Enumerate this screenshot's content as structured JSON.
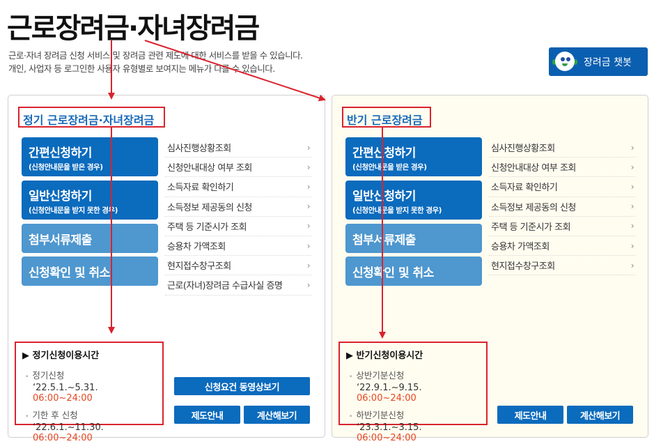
{
  "header": {
    "title": "근로장려금·자녀장려금",
    "desc_line1": "근로·자녀 장려금 신청 서비스 및 장려금 관련 제도에 대한 서비스를 받을 수 있습니다.",
    "desc_line2": "개인, 사업자 등 로그인한 사용자 유형별로 보여지는 메뉴가 다를 수 있습니다.",
    "chatbot_label": "장려금 챗봇"
  },
  "left_panel": {
    "title": "정기 근로장려금·자녀장려금",
    "buttons": [
      {
        "main": "간편신청하기",
        "sub": "(신청안내문을 받은 경우)"
      },
      {
        "main": "일반신청하기",
        "sub": "(신청안내문을 받지 못한 경우)"
      },
      {
        "main": "첨부서류제출"
      },
      {
        "main": "신청확인 및 취소"
      }
    ],
    "menu": [
      "심사진행상황조회",
      "신청안내대상 여부 조회",
      "소득자료 확인하기",
      "소득정보 제공동의 신청",
      "주택 등 기준시가 조회",
      "승용차 가액조회",
      "현지접수창구조회",
      "근로(자녀)장려금 수급사실 증명"
    ],
    "time": {
      "title": "▶ 정기신청이용시간",
      "entries": [
        {
          "label": "정기신청",
          "period": "‘22.5.1.~5.31.",
          "hours": "06:00~24:00"
        },
        {
          "label": "기한 후 신청",
          "period": "‘22.6.1.~11.30.",
          "hours": "06:00~24:00"
        }
      ]
    },
    "btn_video": "신청요건 동영상보기",
    "btn_guide": "제도안내",
    "btn_calc": "계산해보기"
  },
  "right_panel": {
    "title": "반기 근로장려금",
    "buttons": [
      {
        "main": "간편신청하기",
        "sub": "(신청안내문을 받은 경우)"
      },
      {
        "main": "일반신청하기",
        "sub": "(신청안내문을 받지 못한 경우)"
      },
      {
        "main": "첨부서류제출"
      },
      {
        "main": "신청확인 및 취소"
      }
    ],
    "menu": [
      "심사진행상황조회",
      "신청안내대상 여부 조회",
      "소득자료 확인하기",
      "소득정보 제공동의 신청",
      "주택 등 기준시가 조회",
      "승용차 가액조회",
      "현지접수창구조회"
    ],
    "time": {
      "title": "▶ 반기신청이용시간",
      "entries": [
        {
          "label": "상반기분신청",
          "period": "‘22.9.1.~9.15.",
          "hours": "06:00~24:00"
        },
        {
          "label": "하반기분신청",
          "period": "‘23.3.1.~3.15.",
          "hours": "06:00~24:00"
        }
      ]
    },
    "btn_guide": "제도안내",
    "btn_calc": "계산해보기"
  },
  "colors": {
    "primary_blue": "#0b6bbd",
    "light_blue": "#4e97cf",
    "highlight_red": "#d9232d",
    "hours_orange": "#e8451f",
    "right_panel_bg": "#fffdf0"
  },
  "icons": [
    "chatbot-icon",
    "chevron-right-icon",
    "triangle-right-icon"
  ]
}
